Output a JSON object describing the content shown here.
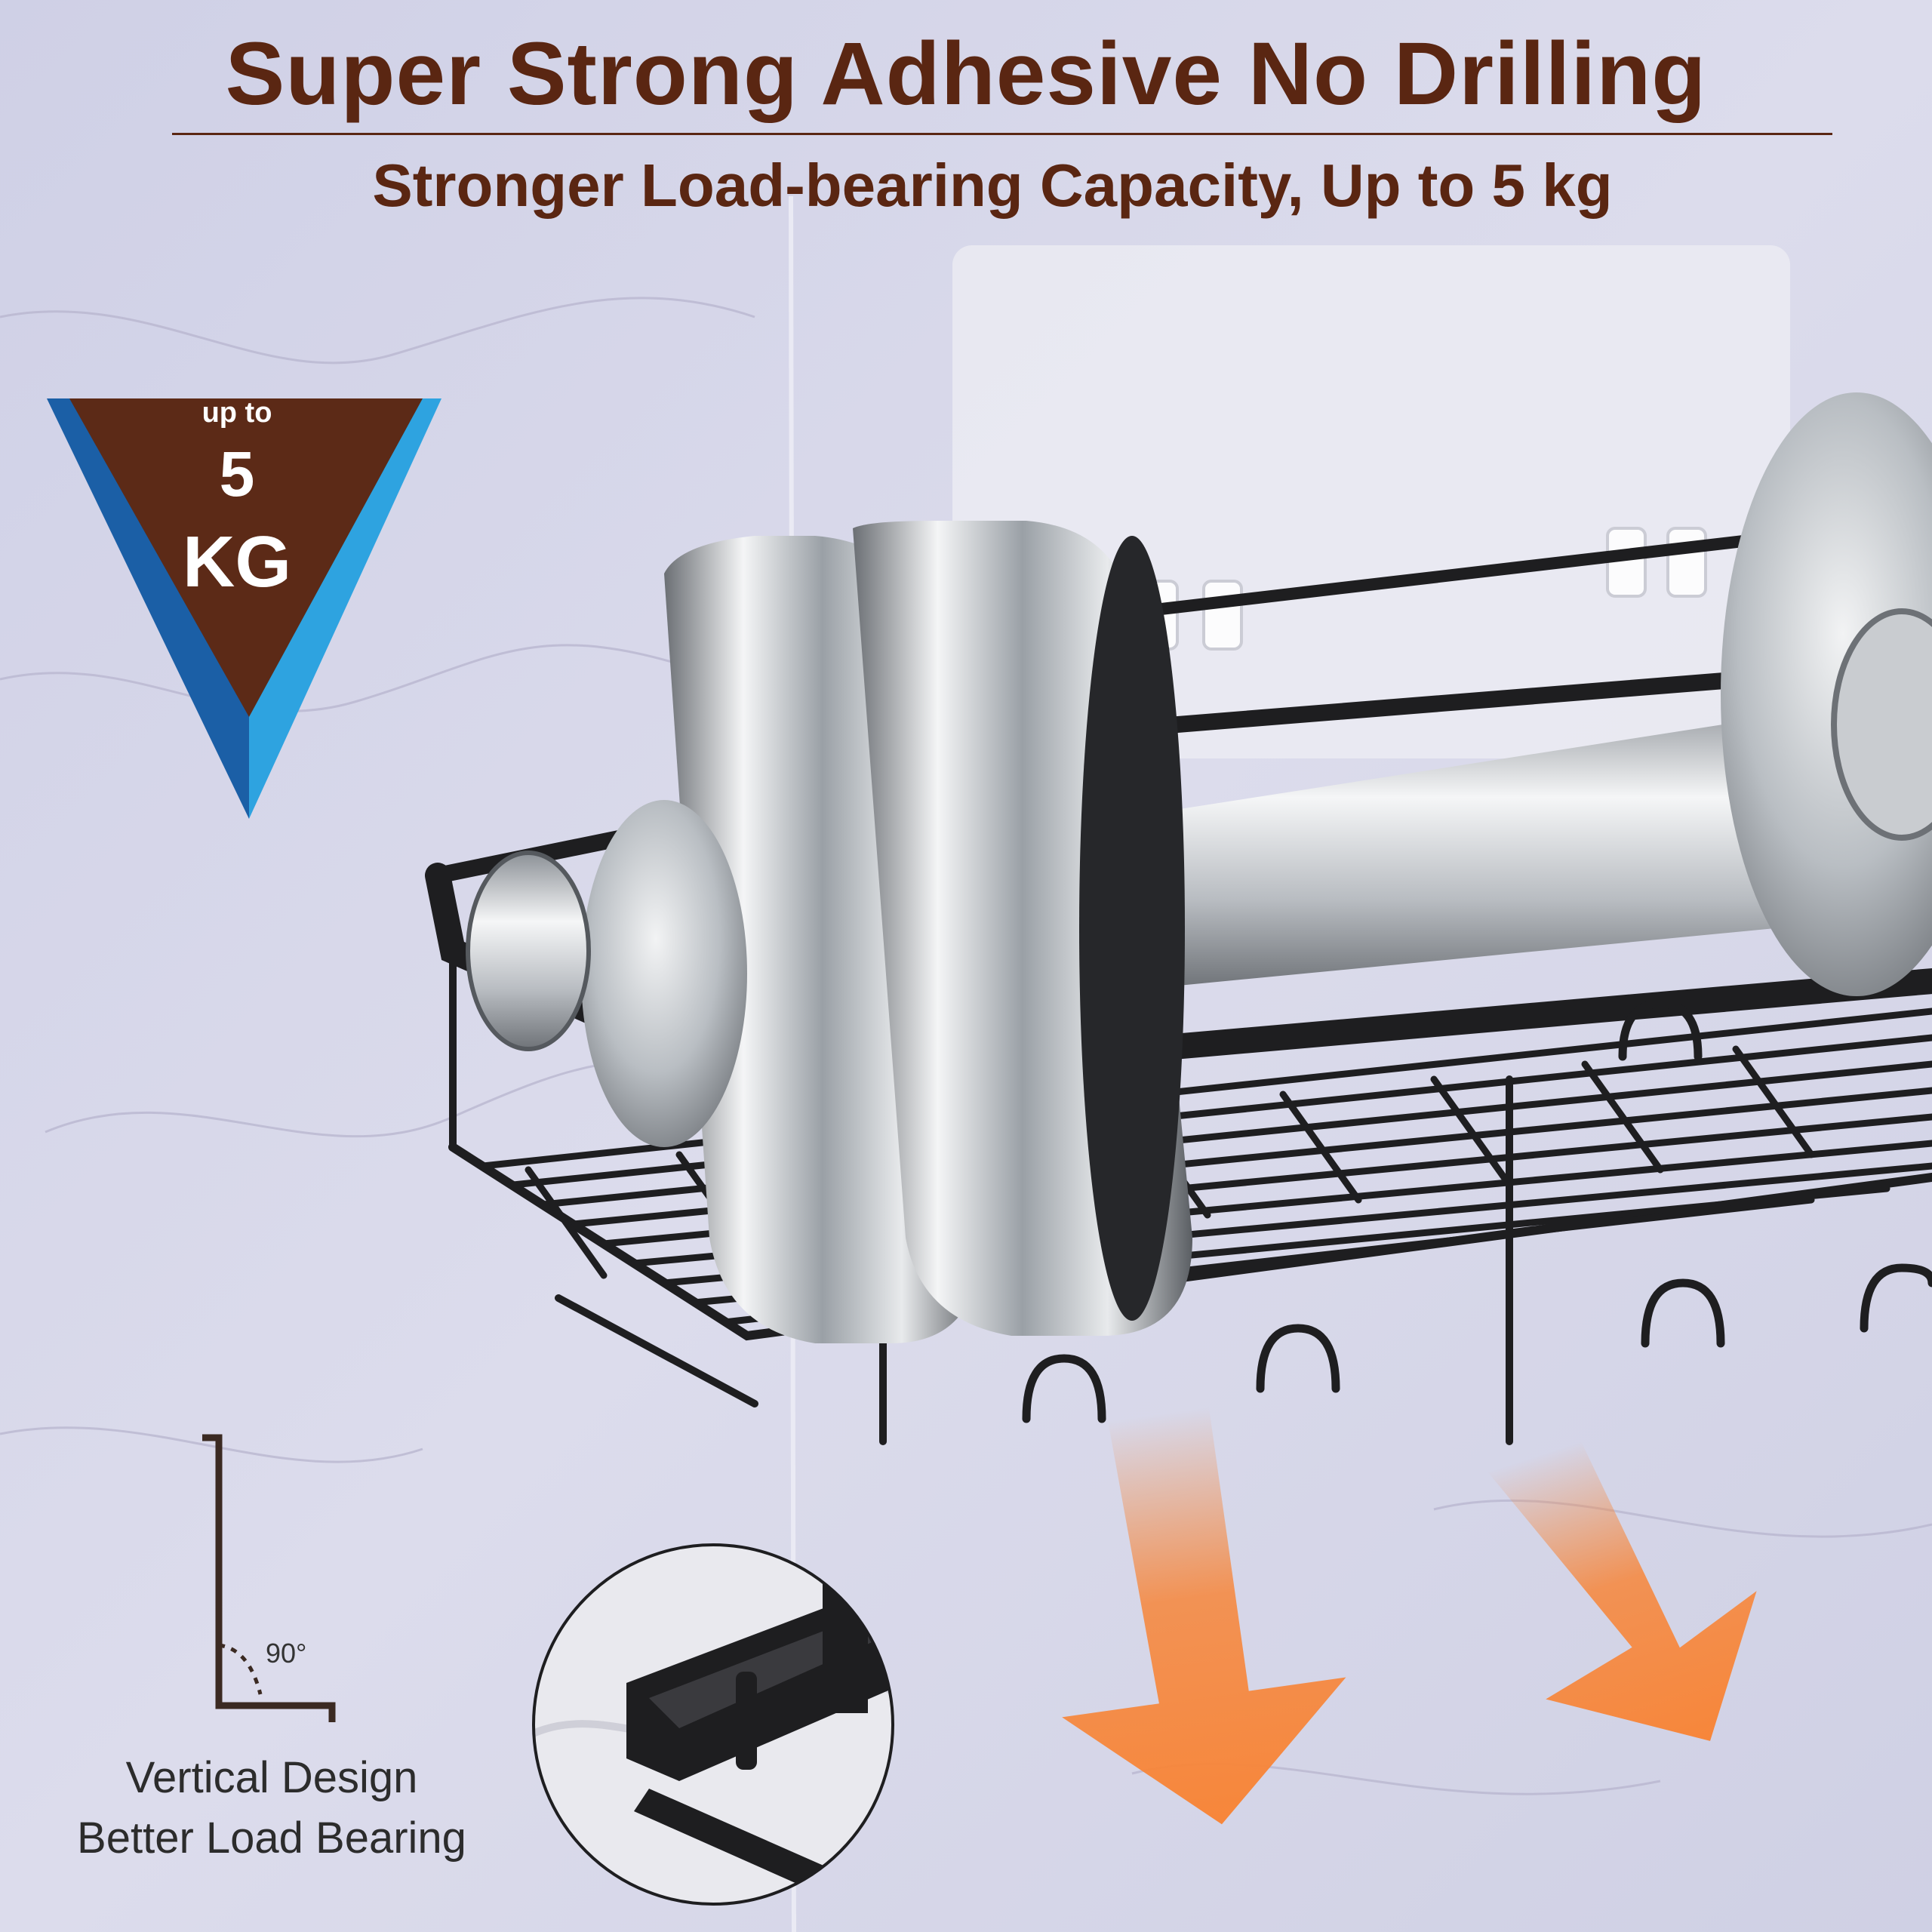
{
  "headline": {
    "title": "Super Strong Adhesive No Drilling",
    "subtitle": "Stronger Load-bearing Capacity, Up to 5 kg"
  },
  "badge": {
    "line1": "up to",
    "line2": "5",
    "line3": "KG"
  },
  "feature": {
    "angle_label": "90°",
    "caption_line1": "Vertical Design",
    "caption_line2": "Better Load Bearing"
  },
  "colors": {
    "text_brown": "#5a2612",
    "badge_brown": "#5c2a17",
    "badge_blue_dark": "#1b5fa6",
    "badge_blue_light": "#2ea3e0",
    "arrow_orange": "#f7863a",
    "rack_black": "#1e1e20",
    "wall_lavender": "#d9d8ea"
  }
}
